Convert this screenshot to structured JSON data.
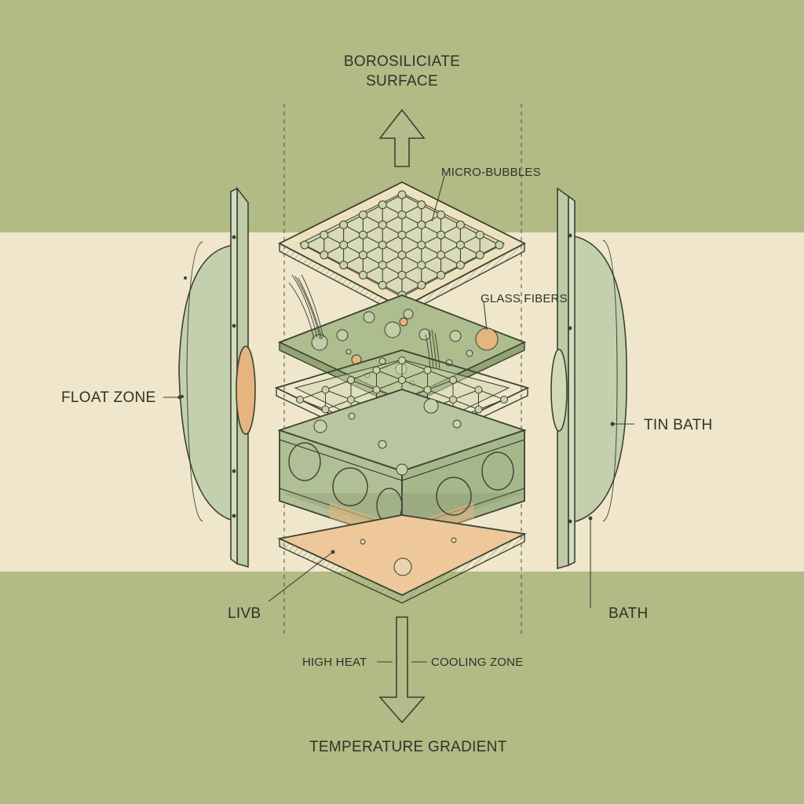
{
  "labels": {
    "top_line1": "BOROSILICIATE",
    "top_line2": "SURFACE",
    "micro_bubbles": "MICRO-BUBBLES",
    "glass_fibers": "GLASS FIBERS",
    "float_zone": "FLOAT ZONE",
    "tin_bath": "TIN BATH",
    "livb": "LIVB",
    "bath": "BATH",
    "high_heat": "HIGH HEAT",
    "cooling_zone": "COOLING ZONE",
    "temperature_gradient": "TEMPERATURE GRADIENT"
  },
  "colors": {
    "outer_band": "#b2ba86",
    "inner_band": "#efe6cb",
    "ink": "#3b4233",
    "panel_green": "#bccaa8",
    "layer_green": "#aab98a",
    "amber": "#e6b57d"
  }
}
